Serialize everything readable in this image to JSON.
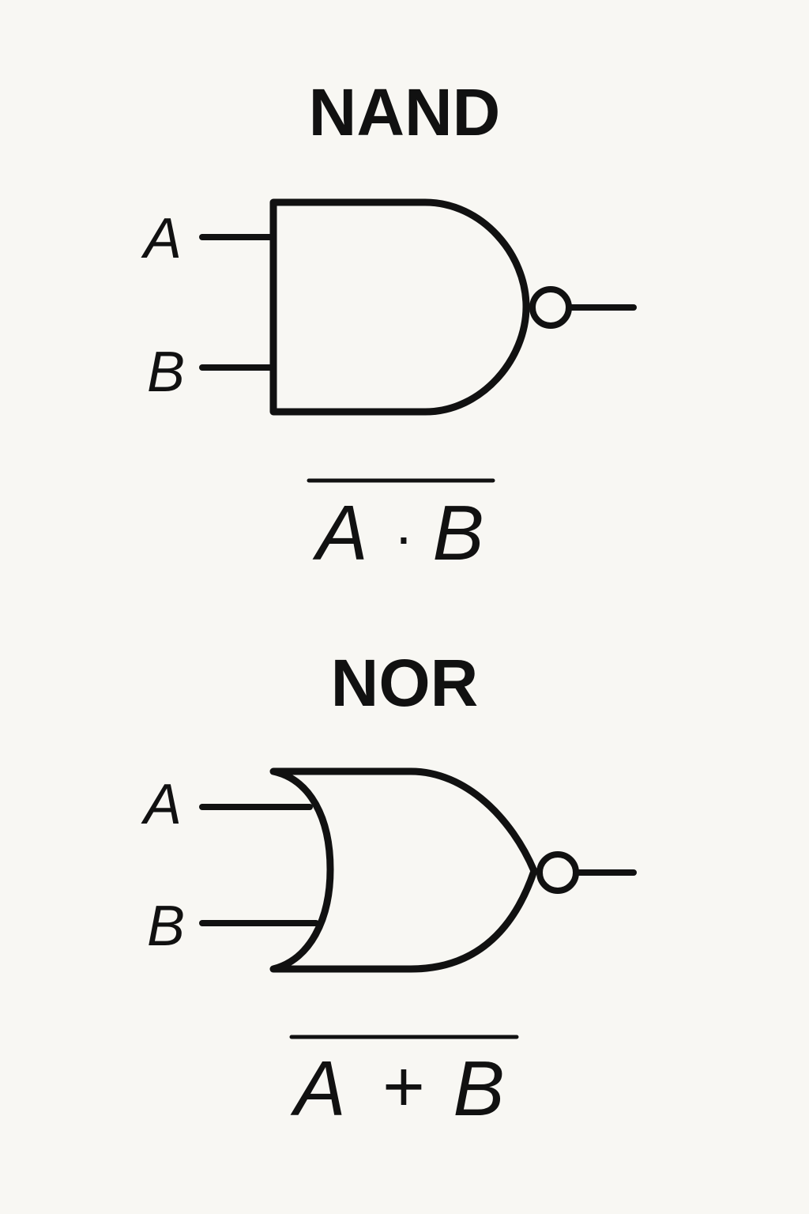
{
  "nand": {
    "title": "NAND",
    "input_a": "A",
    "input_b": "B",
    "formula_left": "A",
    "formula_operator": "·",
    "formula_right": "B"
  },
  "nor": {
    "title": "NOR",
    "input_a": "A",
    "input_b": "B",
    "formula_left": "A",
    "formula_operator": "+",
    "formula_right": "B"
  }
}
